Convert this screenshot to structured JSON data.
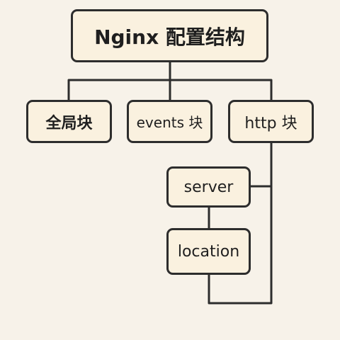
{
  "diagram": {
    "root": "Nginx 配置结构",
    "children": [
      "全局块",
      "events 块",
      "http 块"
    ],
    "http_children": [
      "server",
      "location"
    ]
  },
  "colors": {
    "background": "#f7f2e9",
    "node_fill": "#faf1df",
    "stroke": "#2d2d2d",
    "text": "#1f1f1f"
  }
}
